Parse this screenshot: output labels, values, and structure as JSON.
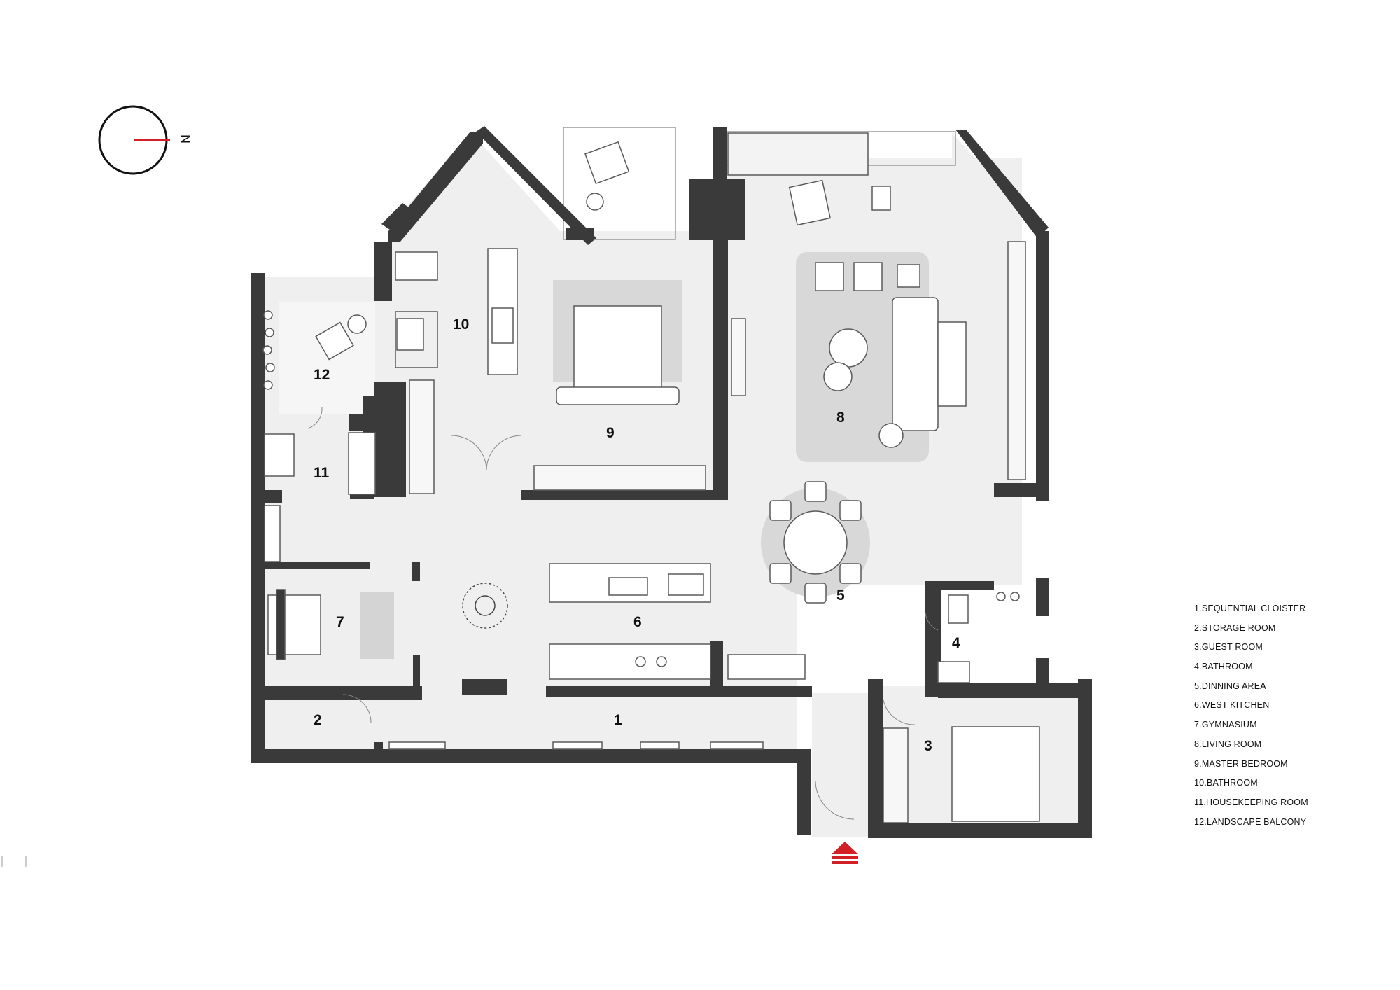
{
  "compass": {
    "letter": "N",
    "icon": "north-arrow-icon"
  },
  "entrance": {
    "icon": "entrance-arrow-icon"
  },
  "rooms": [
    {
      "num": "1"
    },
    {
      "num": "2"
    },
    {
      "num": "3"
    },
    {
      "num": "4"
    },
    {
      "num": "5"
    },
    {
      "num": "6"
    },
    {
      "num": "7"
    },
    {
      "num": "8"
    },
    {
      "num": "9"
    },
    {
      "num": "10"
    },
    {
      "num": "11"
    },
    {
      "num": "12"
    }
  ],
  "legend": [
    "1.SEQUENTIAL CLOISTER",
    "2.STORAGE ROOM",
    "3.GUEST ROOM",
    "4.BATHROOM",
    "5.DINNING AREA",
    "6.WEST KITCHEN",
    "7.GYMNASIUM",
    "8.LIVING ROOM",
    "9.MASTER BEDROOM",
    "10.BATHROOM",
    "11.HOUSEKEEPING ROOM",
    "12.LANDSCAPE BALCONY"
  ],
  "colors": {
    "wall": "#3a3a3a",
    "floor": "#efefef",
    "accent": "#d32027",
    "rug": "#d8d8d8"
  }
}
